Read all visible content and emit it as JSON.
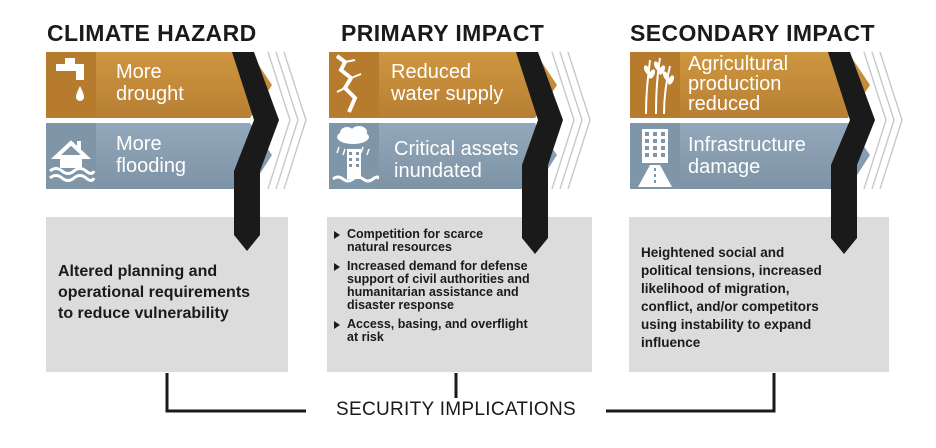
{
  "columns": [
    {
      "header": "CLIMATE HAZARD",
      "top_bar": {
        "lines": [
          "More",
          "drought"
        ],
        "icon": "faucet-drop-icon"
      },
      "bottom_bar": {
        "lines": [
          "More",
          "flooding"
        ],
        "icon": "flooded-house-icon"
      },
      "panel": {
        "lines": [
          "Altered planning and",
          "operational requirements",
          "to reduce vulnerability"
        ]
      }
    },
    {
      "header": "PRIMARY IMPACT",
      "top_bar": {
        "lines": [
          "Reduced",
          "water supply"
        ],
        "icon": "cracked-ground-icon"
      },
      "bottom_bar": {
        "lines": [
          "Critical assets",
          "inundated"
        ],
        "icon": "rain-cloud-building-icon"
      },
      "panel": {
        "bullets": [
          [
            "Competition for scarce",
            "natural resources"
          ],
          [
            "Increased demand for defense",
            "support of civil authorities and",
            "humanitarian assistance and",
            "disaster response"
          ],
          [
            "Access, basing, and overflight",
            "at risk"
          ]
        ]
      }
    },
    {
      "header": "SECONDARY IMPACT",
      "top_bar": {
        "lines": [
          "Agricultural",
          "production",
          "reduced"
        ],
        "icon": "wheat-icon"
      },
      "bottom_bar": {
        "lines": [
          "Infrastructure",
          "damage"
        ],
        "icon": "building-road-icon"
      },
      "panel": {
        "lines": [
          "Heightened social and",
          "political tensions, increased",
          "likelihood of migration,",
          "conflict, and/or competitors",
          "using instability to expand",
          "influence"
        ]
      }
    }
  ],
  "footer": {
    "label": "SECURITY IMPLICATIONS"
  },
  "colors": {
    "orange_bar": "#c58c3a",
    "orange_tile": "#b77b2d",
    "blue_bar": "#8aa0b3",
    "blue_tile": "#7f95a8",
    "panel": "#dcdcdc",
    "chevron": "#1a1a1a",
    "text": "#1a1a1a"
  }
}
